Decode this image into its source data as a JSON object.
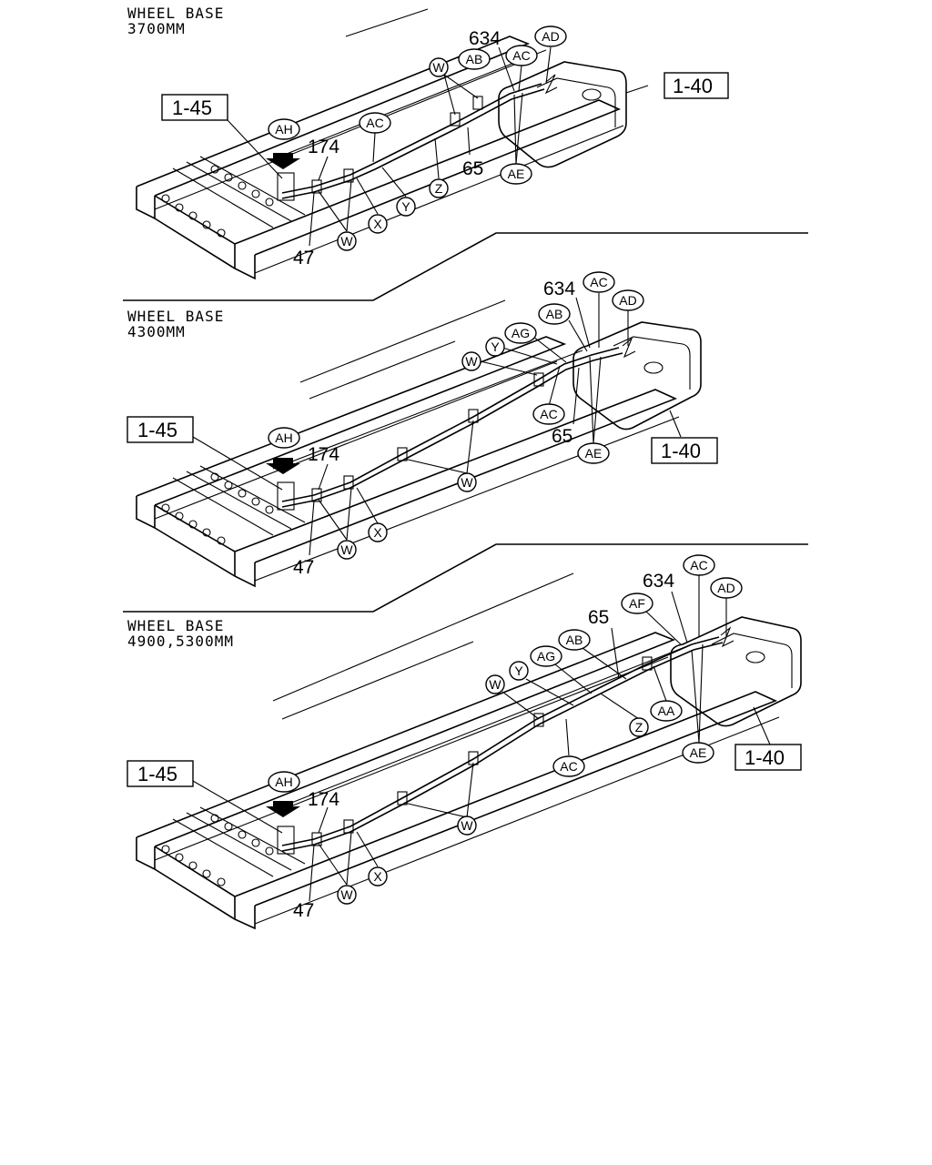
{
  "panels": [
    {
      "header_line1": "WHEEL BASE",
      "header_line2": "3700MM",
      "ref_frame": "1-45",
      "ref_tank": "1-40",
      "numbers": [
        "634",
        "174",
        "65",
        "47"
      ],
      "callouts": [
        "AD",
        "AC",
        "AB",
        "W",
        "AH",
        "AC",
        "Z",
        "Y",
        "X",
        "W",
        "AE"
      ]
    },
    {
      "header_line1": "WHEEL BASE",
      "header_line2": "4300MM",
      "ref_frame": "1-45",
      "ref_tank": "1-40",
      "numbers": [
        "634",
        "174",
        "65",
        "47"
      ],
      "callouts": [
        "AC",
        "AD",
        "AB",
        "AG",
        "Y",
        "W",
        "AC",
        "AE",
        "AH",
        "W",
        "X",
        "W"
      ]
    },
    {
      "header_line1": "WHEEL BASE",
      "header_line2": "4900,5300MM",
      "ref_frame": "1-45",
      "ref_tank": "1-40",
      "numbers": [
        "634",
        "65",
        "174",
        "47"
      ],
      "callouts": [
        "AC",
        "AD",
        "AF",
        "AB",
        "AG",
        "Y",
        "W",
        "AA",
        "Z",
        "AC",
        "AE",
        "AH",
        "W",
        "X",
        "W"
      ]
    }
  ]
}
